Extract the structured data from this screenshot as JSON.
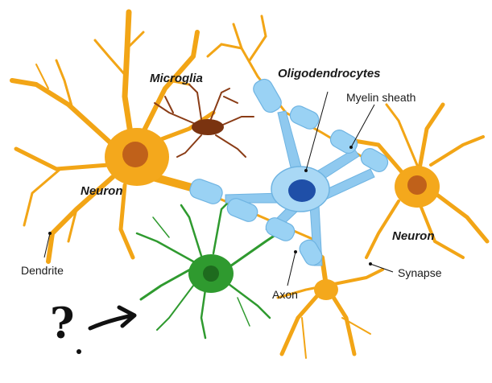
{
  "labels": {
    "microglia": "Microglia",
    "oligodendrocytes": "Oligodendrocytes",
    "myelin_sheath": "Myelin sheath",
    "neuron_left": "Neuron",
    "neuron_right": "Neuron",
    "dendrite": "Dendrite",
    "synapse": "Synapse",
    "axon": "Axon"
  },
  "annotation": {
    "question_mark": "?"
  },
  "colors": {
    "neuron": "#f4a81c",
    "neuron_nucleus": "#c0611a",
    "oligodendrocyte": "#8fc9ef",
    "oligodendrocyte_nucleus": "#1f4fa8",
    "microglia": "#8a3c16",
    "unknown_cell": "#2f9a2f",
    "myelin": "#9ad2f4"
  }
}
